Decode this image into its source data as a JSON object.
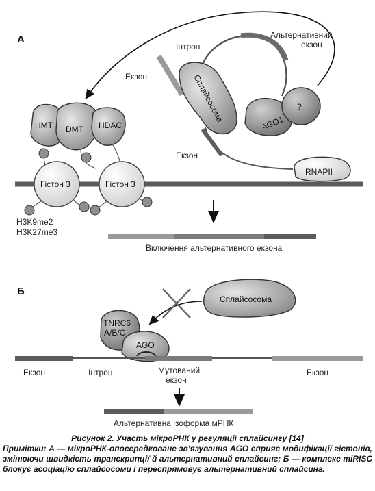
{
  "panel_a": {
    "letter": "A",
    "intron_label": "Інтрон",
    "alt_exon_label_line1": "Альтернативний",
    "alt_exon_label_line2": "екзон",
    "exon_label_upper": "Екзон",
    "spliceosome_label": "Сплайсосома",
    "ago1_label": "AGO1",
    "unknown_label": "?",
    "exon_label_lower": "Екзон",
    "rnapii_label": "RNAPII",
    "hmt_label": "HMT",
    "dmt_label": "DMT",
    "hdac_label": "HDAC",
    "histone_left_label": "Гістон 3",
    "histone_right_label": "Гістон 3",
    "mark1_label": "H3K9me2",
    "mark2_label": "H3K27me3",
    "result_label": "Включення альтернативного екзона"
  },
  "panel_b": {
    "letter": "Б",
    "spliceosome_label": "Сплайсосома",
    "tnrc6_line1": "TNRC6",
    "tnrc6_line2": "A/B/C",
    "ago_label": "AGO",
    "exon_left_label": "Екзон",
    "intron_label": "Інтрон",
    "mutated_exon_line1": "Мутований",
    "mutated_exon_line2": "екзон",
    "exon_right_label": "Екзон",
    "result_label": "Альтернативна ізоформа мРНК"
  },
  "caption": {
    "title": "Рисунок 2. Участь мікроРНК у регуляції сплайсингу [14]",
    "notes": "Примітки: А — мікроРНК-опосередковане зв'язування AGO сприяє модифікації гістонів, змінюючи швидкість транскрипції й альтернативний сплайсинг; Б — комплекс miRISC блокує асоціацію сплайсосоми і переспрямовує альтернативний сплайсинг."
  },
  "colors": {
    "dna": "#5a5a5a",
    "protein_fill": "#bdbdbd",
    "protein_dark": "#8f8f8f",
    "histone_fill": "#e2e2e2",
    "exon_bar_light": "#9a9a9a",
    "exon_bar_dark": "#5c5c5c"
  }
}
